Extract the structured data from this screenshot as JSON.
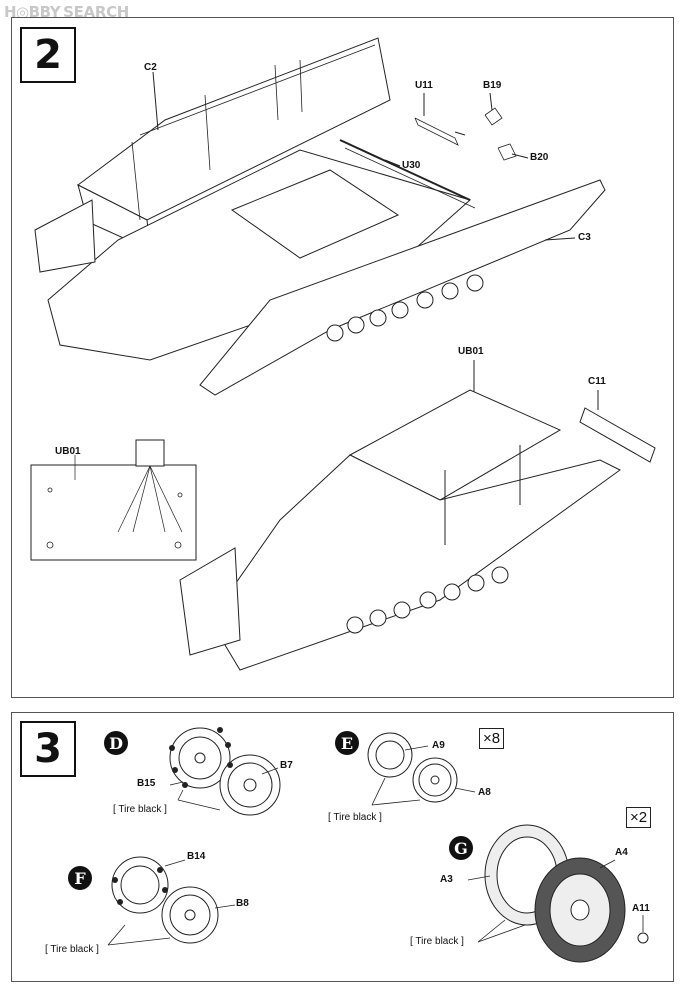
{
  "watermark": {
    "logo": "H◎BBY",
    "text": "SEARCH"
  },
  "step2": {
    "number": "2",
    "labels": {
      "c2": "C2",
      "u11": "U11",
      "b19": "B19",
      "b20": "B20",
      "u30": "U30",
      "c3": "C3",
      "ub01_upper": "UB01",
      "c11": "C11",
      "ub01_detail": "UB01"
    }
  },
  "step3": {
    "number": "3",
    "groups": {
      "d": {
        "marker": "D",
        "labels": {
          "b15": "B15",
          "b7": "B7"
        },
        "note": "[ Tire black ]"
      },
      "e": {
        "marker": "E",
        "multiplier": "×8",
        "labels": {
          "a9": "A9",
          "a8": "A8"
        },
        "note": "[ Tire black ]"
      },
      "f": {
        "marker": "F",
        "labels": {
          "b14": "B14",
          "b8": "B8"
        },
        "note": "[ Tire black ]"
      },
      "g": {
        "marker": "G",
        "multiplier": "×2",
        "labels": {
          "a4": "A4",
          "a3": "A3",
          "a11": "A11"
        },
        "note": "[ Tire black ]"
      }
    }
  }
}
